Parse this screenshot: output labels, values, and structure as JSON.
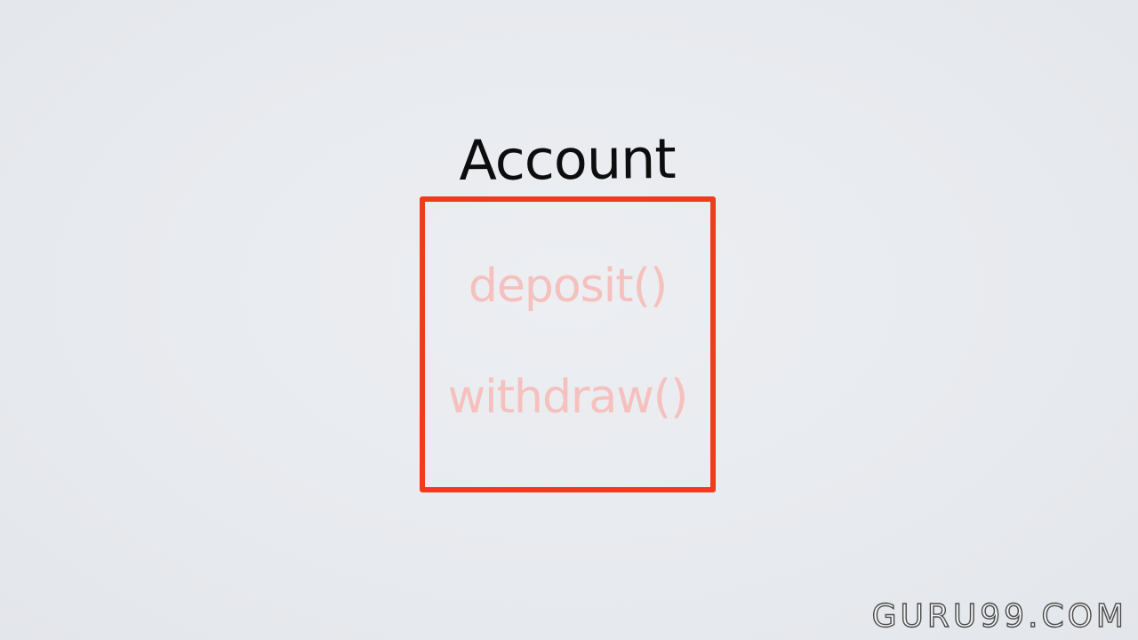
{
  "diagram": {
    "class_name": "Account",
    "methods": [
      "deposit()",
      "withdraw()"
    ],
    "box_color": "#f23a1c",
    "method_color": "#f5c0bd"
  },
  "watermark": "GURU99.COM"
}
